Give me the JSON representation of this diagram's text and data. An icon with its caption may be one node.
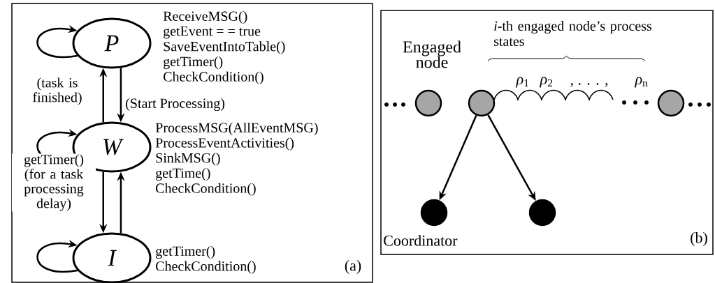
{
  "diagram": {
    "nodes": [
      {
        "text": [
          "P"
        ],
        "beside": [
          "ReceiveMSG()",
          "getEvent = = true",
          "SaveEventIntoTable()",
          "getTimer()",
          "CheckCondition()"
        ]
      },
      {
        "text": [
          "W"
        ],
        "beside": [
          "ProcessMSG(AllEventMSG)",
          "ProcessEventActivities()",
          "SinkMSG()",
          "getTime()",
          "CheckCondition()"
        ]
      },
      {
        "text": [
          "I"
        ],
        "beside": [
          "getTimer()",
          "CheckCondition()"
        ]
      },
      {
        "text": [],
        "shape": "circle",
        "beside": [
          "Engaged node"
        ]
      },
      {
        "text": [],
        "shape": "circle"
      },
      {
        "text": [],
        "shape": "circle"
      },
      {
        "text": [],
        "shape": "circle",
        "beside": [
          "Coordinator"
        ]
      },
      {
        "text": [],
        "shape": "circle"
      }
    ],
    "edges": [
      {
        "from": 0,
        "to": 0,
        "arrow": "to"
      },
      {
        "from": 1,
        "to": 0,
        "arrow": "to",
        "label": "(task is finished)"
      },
      {
        "from": 0,
        "to": 1,
        "arrow": "to",
        "label": "(Start Processing)"
      },
      {
        "from": 1,
        "to": 1,
        "arrow": "to"
      },
      {
        "from": 1,
        "to": 2,
        "arrow": "to",
        "label": "getTimer() (for a task processing delay)"
      },
      {
        "from": 2,
        "to": 1,
        "arrow": "to"
      },
      {
        "from": 2,
        "to": 2,
        "arrow": "to"
      },
      {
        "from": 4,
        "to": 6,
        "arrow": "to"
      },
      {
        "from": 4,
        "to": 7,
        "arrow": "to"
      }
    ],
    "labels": [
      "(a)",
      "*i*-th engaged node’s process states",
      "*ρ*$_{1}$",
      "*ρ*$_{2}$",
      ", . . . ,",
      "*ρ*$_{n}$",
      "(b)"
    ]
  }
}
